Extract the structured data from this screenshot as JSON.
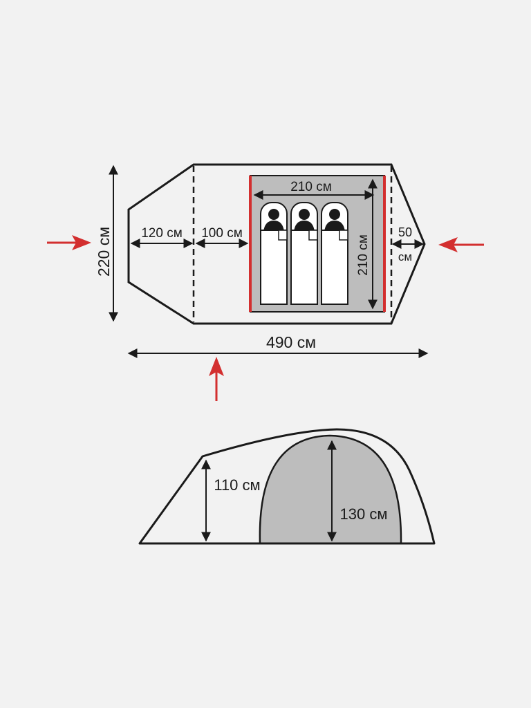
{
  "plan": {
    "width_total": "490 см",
    "depth": "220 см",
    "vestibule": "120 см",
    "entry_zone": "100 см",
    "inner_width": "210 см",
    "inner_length": "210 см",
    "rear_vestibule_num": "50",
    "rear_vestibule_unit": "см",
    "sleeping_places": 3
  },
  "side": {
    "front_height": "110 см",
    "inner_height": "130 см"
  },
  "colors": {
    "background": "#f2f2f2",
    "outline": "#1a1a1a",
    "tent_fill": "#f2f2f2",
    "inner_fill": "#bdbdbd",
    "mat_fill": "#ffffff",
    "accent": "#d32f2f"
  }
}
